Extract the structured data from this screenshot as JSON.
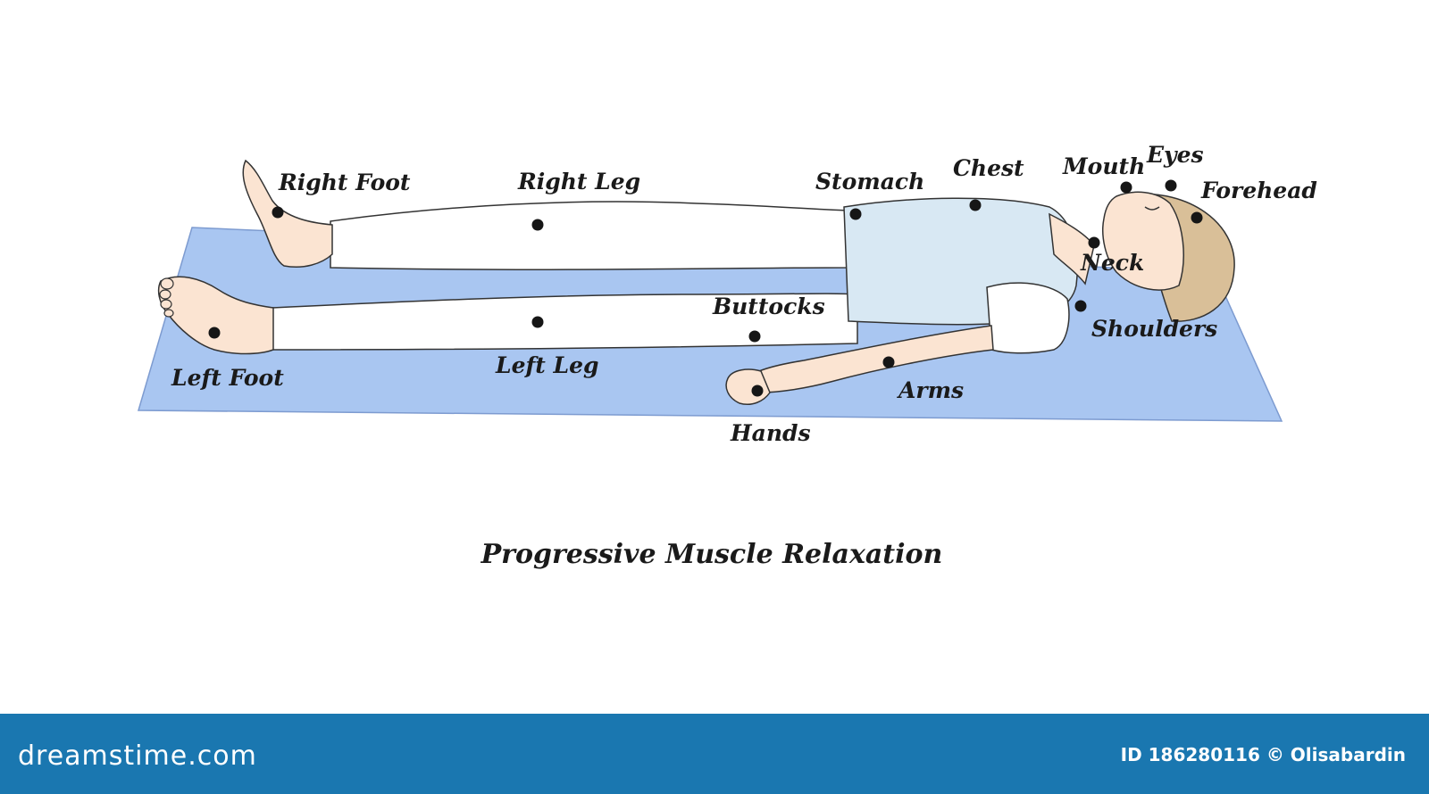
{
  "title": "Progressive Muscle Relaxation",
  "labels": {
    "right_foot": "Right Foot",
    "right_leg": "Right Leg",
    "stomach": "Stomach",
    "chest": "Chest",
    "mouth": "Mouth",
    "eyes": "Eyes",
    "forehead": "Forehead",
    "neck": "Neck",
    "buttocks": "Buttocks",
    "shoulders": "Shoulders",
    "left_foot": "Left Foot",
    "left_leg": "Left Leg",
    "arms": "Arms",
    "hands": "Hands"
  },
  "footer": {
    "brand": "dreamstime.com",
    "credit": "ID 186280116 © Olisabardin"
  },
  "colors": {
    "mat": "#a9c6f1",
    "shirt": "#d8e8f3",
    "skin": "#fbe4d2",
    "hair": "#d9bf98",
    "footer": "#1a77b0"
  }
}
